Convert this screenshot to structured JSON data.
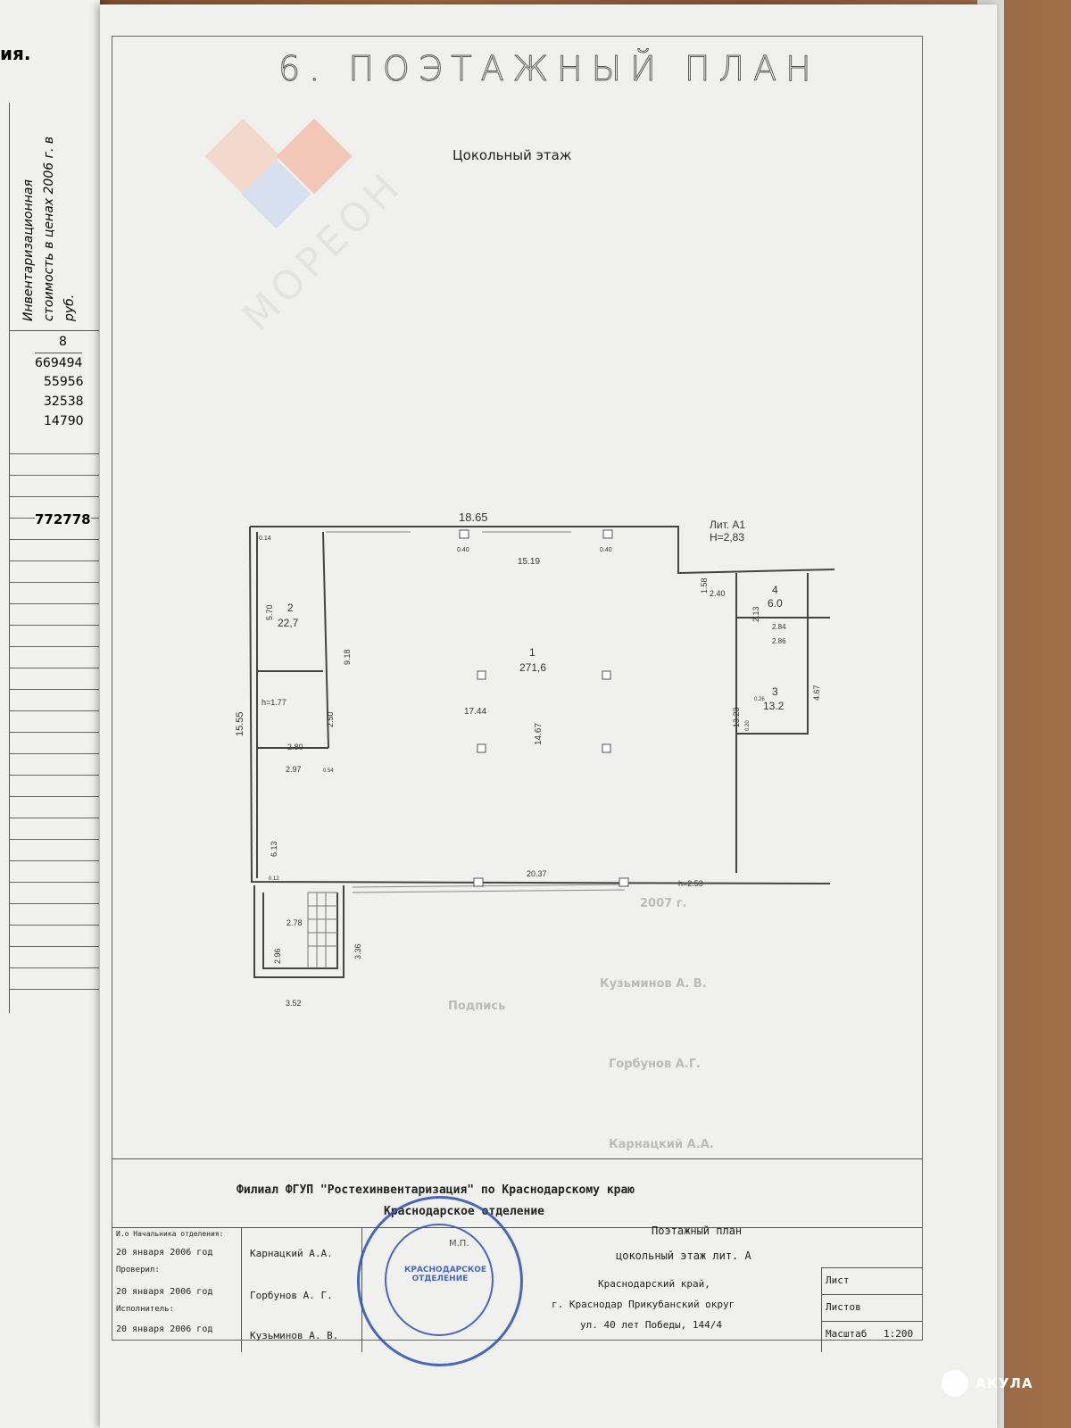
{
  "left_page": {
    "partial_title": "ия.",
    "column_header": "Инвентаризационная стоимость в ценах 2006 г. в руб.",
    "column_number": "8",
    "values": [
      "669494",
      "55956",
      "32538",
      "14790"
    ],
    "total": "772778"
  },
  "page": {
    "section_title": "6. ПОЭТАЖНЫЙ ПЛАН",
    "floor_title": "Цокольный этаж",
    "watermark": "МОРЕОН",
    "faint_bleed": [
      "2007 г.",
      "Кузьминов А. В.",
      "Горбунов А.Г.",
      "Карнацкий А.А.",
      "Подпись"
    ]
  },
  "plan": {
    "lit_label": "Лит. А1",
    "height_label": "H=2,83",
    "rooms": [
      {
        "number": "1",
        "area": "271,6"
      },
      {
        "number": "2",
        "area": "22,7"
      },
      {
        "number": "3",
        "area": "13.2"
      },
      {
        "number": "4",
        "area": "6.0"
      }
    ],
    "dims": {
      "top": "18.65",
      "inner_top": "15.19",
      "left": "15.55",
      "d570": "5.70",
      "d918": "9.18",
      "d250": "2.50",
      "d280": "2.80",
      "d297": "2.97",
      "d613": "6.13",
      "d1744": "17.44",
      "d1467": "14.67",
      "d1323": "13.23",
      "d158": "1.58",
      "d240": "2.40",
      "d213": "2.13",
      "d284": "2.84",
      "d286": "2.86",
      "d467": "4.67",
      "d2037": "20.37",
      "d278": "2.78",
      "d296": "2.96",
      "d336": "3.36",
      "d352": "3.52",
      "h177": "h=1.77",
      "h253": "h=2.53",
      "col": "0.40",
      "d014": "0.14",
      "d054": "0.54",
      "d026": "0.26",
      "d020": "0.20",
      "d012": "0.12"
    }
  },
  "title_block": {
    "org_line1": "Филиал ФГУП \"Ростехинвентаризация\" по Краснодарскому краю",
    "org_line2": "Краснодарское отделение",
    "roles": [
      {
        "role": "И.о Начальника отделения:",
        "date": "20 января 2006 год",
        "name": "Карнацкий А.А."
      },
      {
        "role": "Проверил:",
        "date": "20 января 2006 год",
        "name": "Горбунов А. Г."
      },
      {
        "role": "Исполнитель:",
        "date": "20 января 2006 год",
        "name": "Кузьминов А. В."
      }
    ],
    "doc_title": "Поэтажный план",
    "doc_subtitle": "цокольный этаж лит. А",
    "address": [
      "Краснодарский край,",
      "г. Краснодар  Прикубанский округ",
      "ул. 40 лет Победы, 144/4"
    ],
    "sheet_label": "Лист",
    "sheets_label": "Листов",
    "scale_label": "Масштаб",
    "scale_value": "1:200",
    "stamp_center": "КРАСНОДАРСКОЕ ОТДЕЛЕНИЕ",
    "stamp_mp": "М.П."
  },
  "brand": {
    "name": "АКУЛА"
  },
  "colors": {
    "stamp": "#2d4fb0",
    "line": "#444444"
  }
}
